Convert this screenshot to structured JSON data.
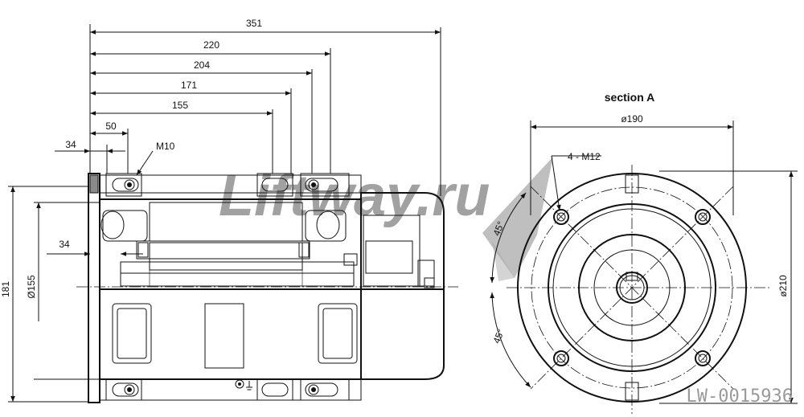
{
  "watermark": {
    "text": "Liftway.ru"
  },
  "drawing_code": "LW-0015936",
  "side_view": {
    "dims": {
      "d351": "351",
      "d220": "220",
      "d204": "204",
      "d171": "171",
      "d155": "155",
      "d50": "50",
      "d34_top": "34",
      "thread": "M10",
      "d34_mid": "34",
      "d181": "181",
      "d155_dia": "Ø155"
    }
  },
  "section_a": {
    "title": "section A",
    "d190": "ø190",
    "holes": "4 - M12",
    "angle_top": "45°",
    "angle_bottom": "45°",
    "d210": "ø210"
  },
  "colors": {
    "line": "#111111",
    "watermark": "#7d7d7d"
  }
}
